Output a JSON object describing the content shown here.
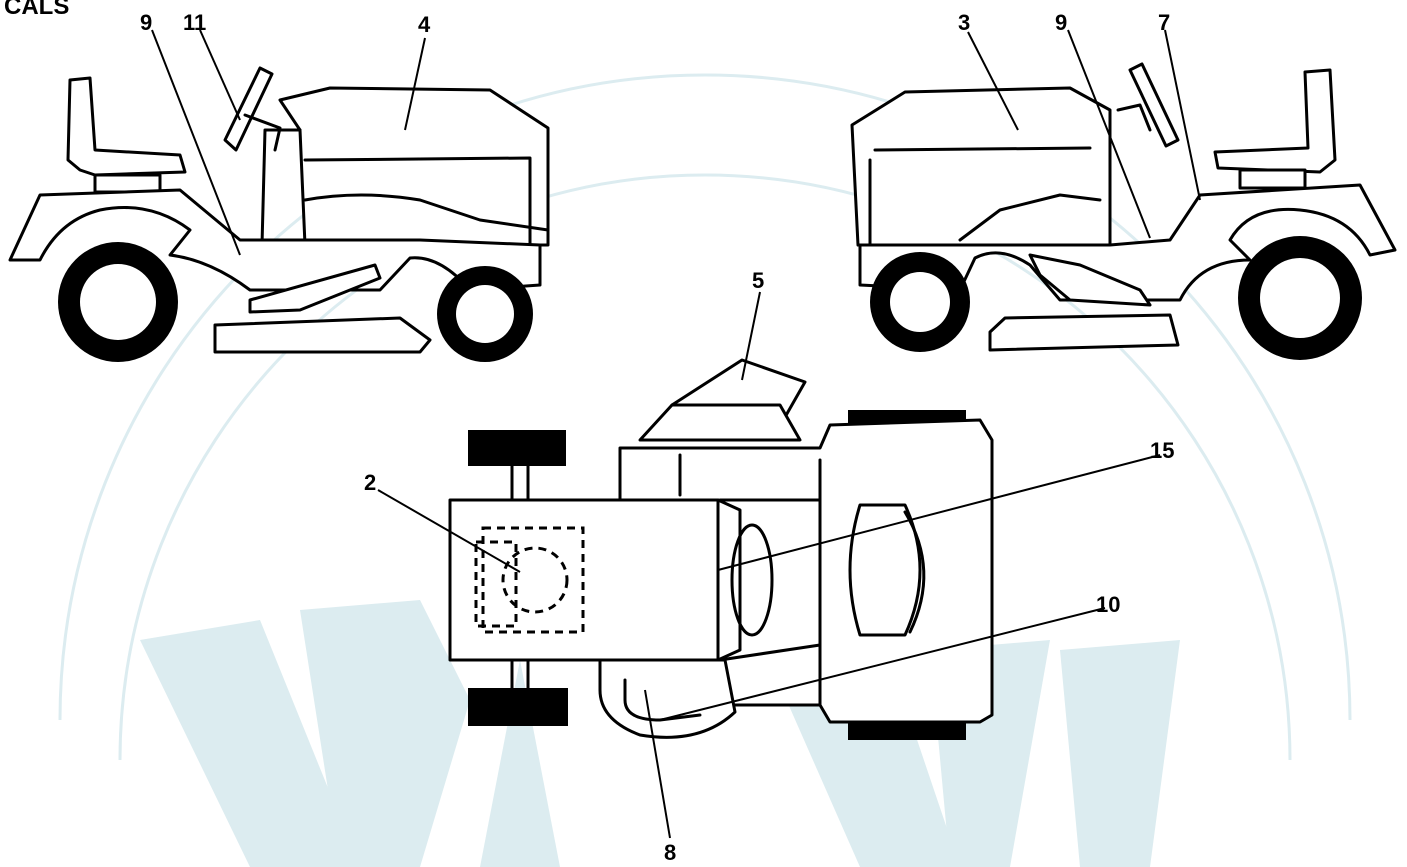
{
  "page_title": "CALS",
  "callouts": {
    "left_mower": [
      "9",
      "11",
      "4"
    ],
    "right_mower": [
      "3",
      "9",
      "7"
    ],
    "top_view": [
      "5",
      "2",
      "15",
      "10",
      "8"
    ]
  },
  "colors": {
    "ink": "#000000",
    "background": "#ffffff",
    "watermark": "#dcecf0"
  }
}
